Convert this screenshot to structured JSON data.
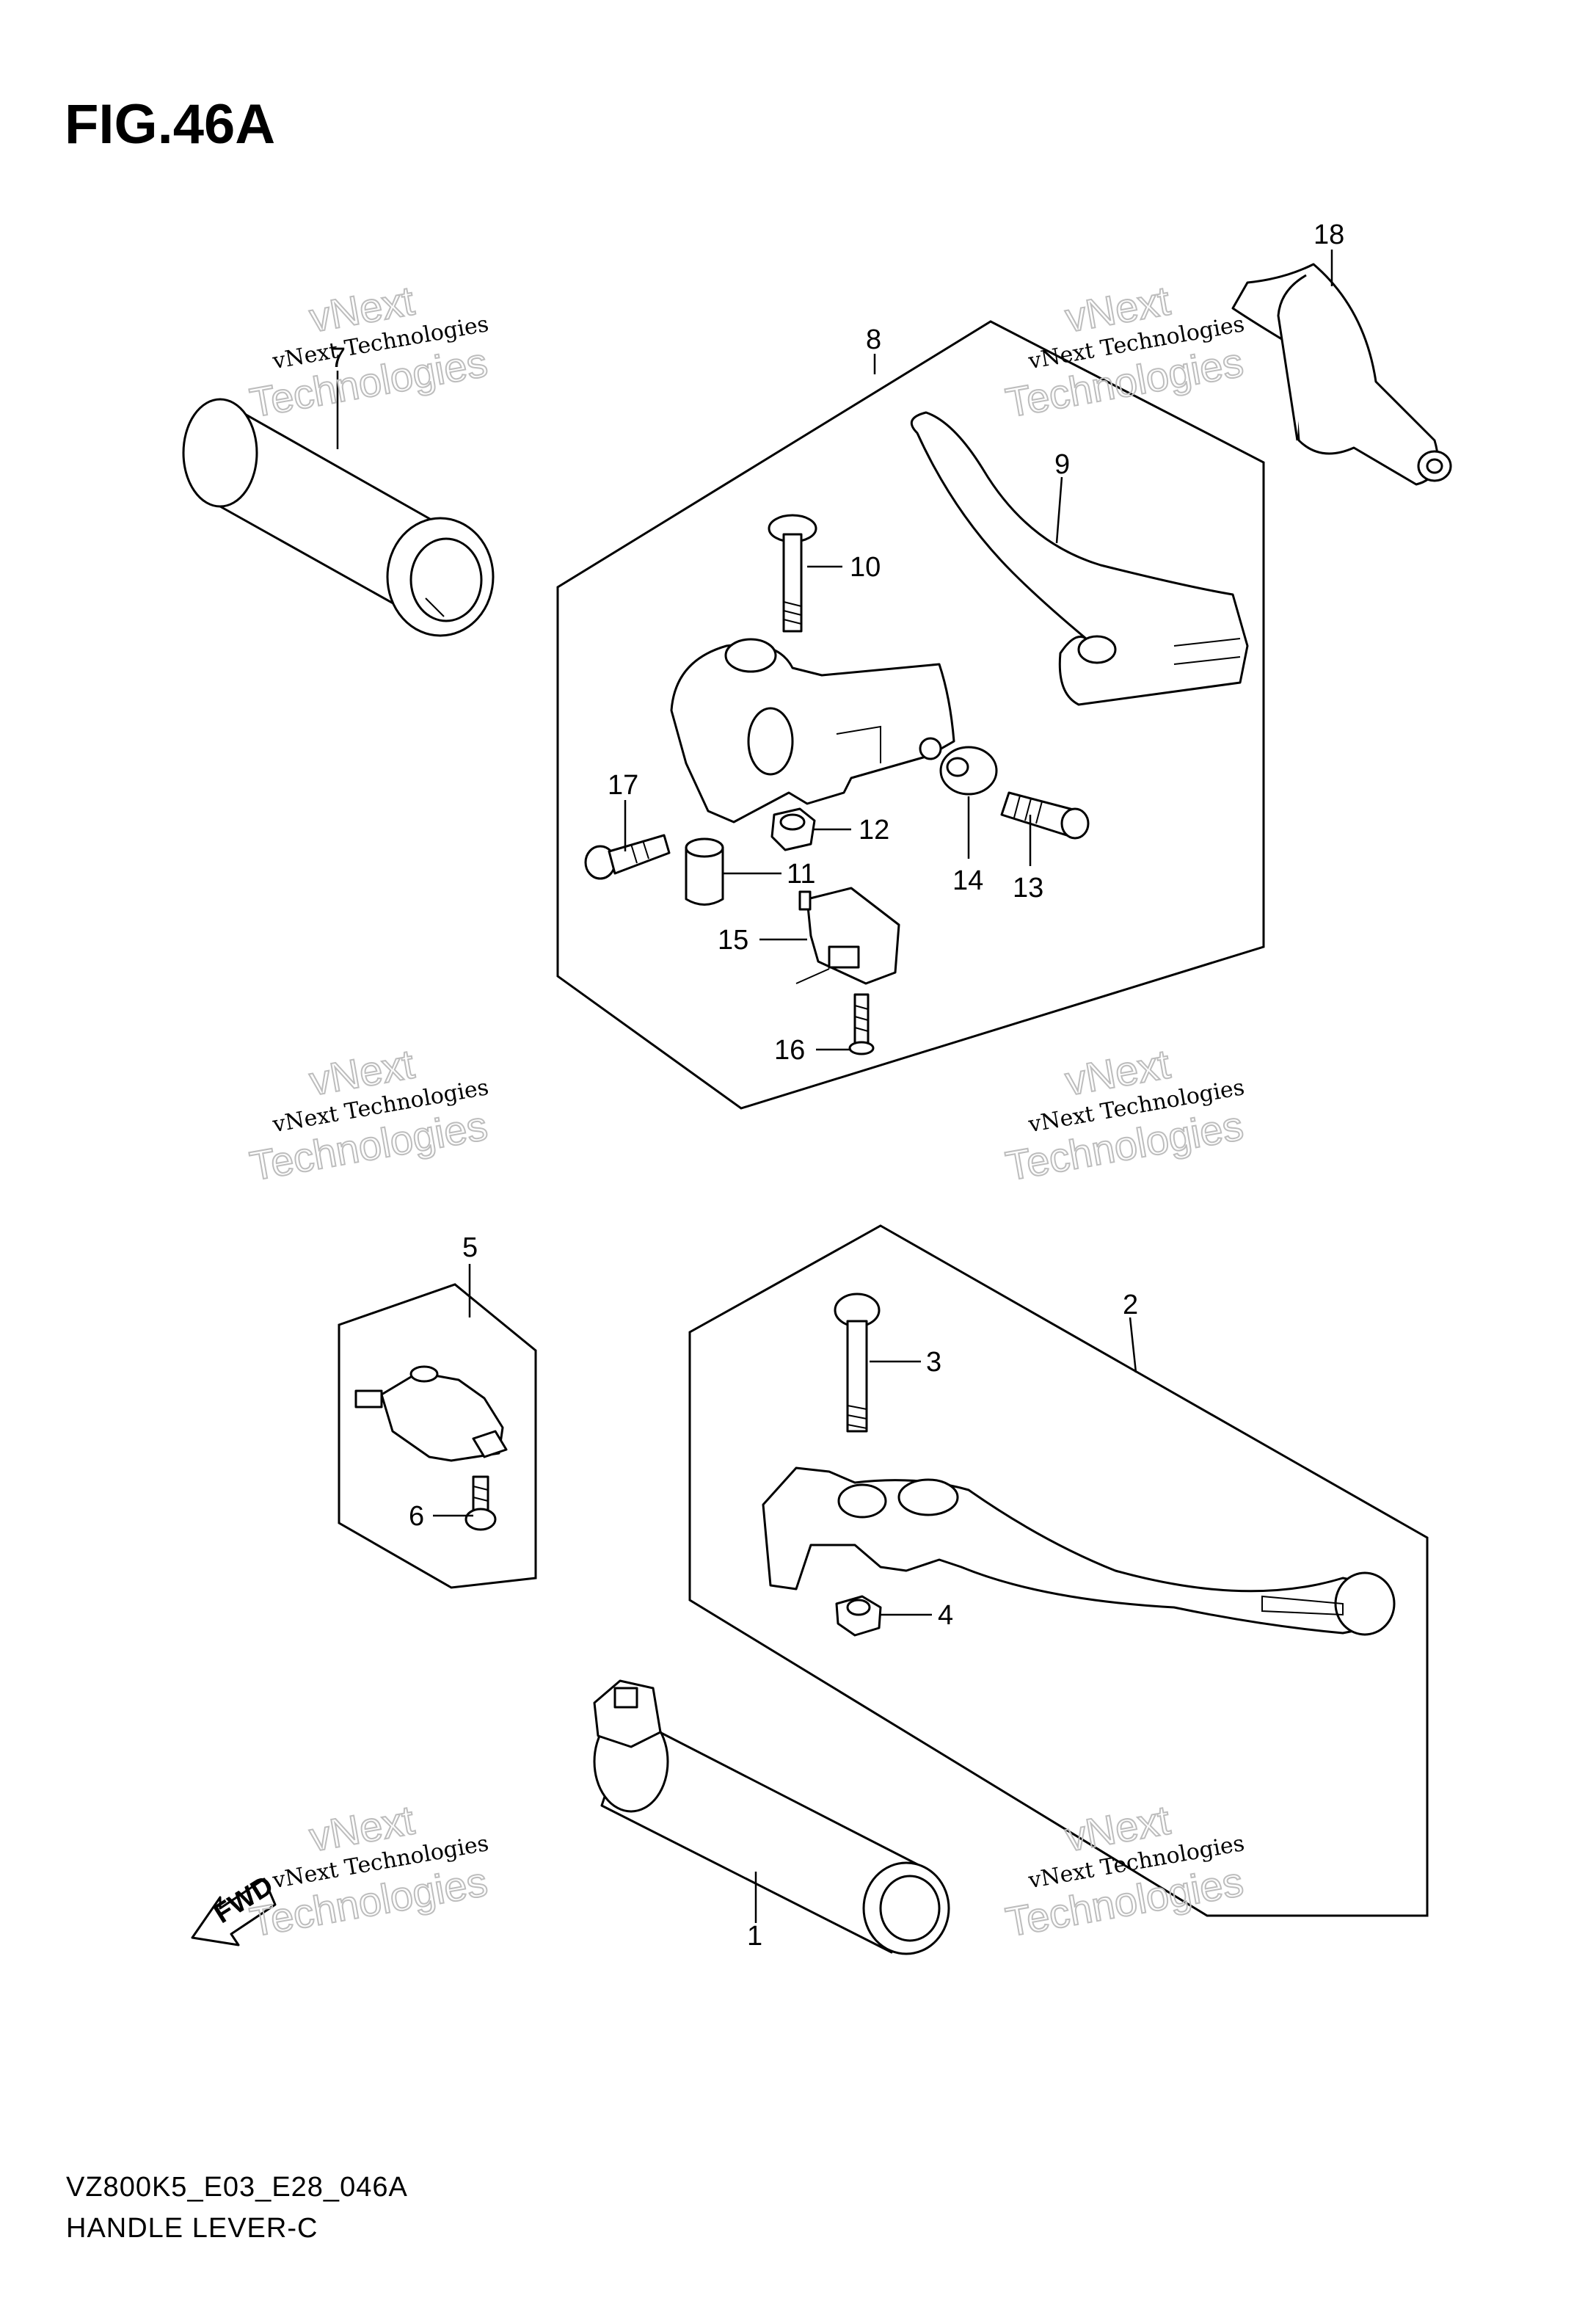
{
  "figure_title": "FIG.46A",
  "footer": {
    "code": "VZ800K5_E03_E28_046A",
    "name": "HANDLE LEVER-C"
  },
  "watermark": {
    "line1": "vNext Technologies",
    "line2": "vNext",
    "line3": "Technologies"
  },
  "fwd_label": "FWD",
  "callouts": {
    "p1": "1",
    "p2": "2",
    "p3": "3",
    "p4": "4",
    "p5": "5",
    "p6": "6",
    "p7": "7",
    "p8": "8",
    "p9": "9",
    "p10": "10",
    "p11": "11",
    "p12": "12",
    "p13": "13",
    "p14": "14",
    "p15": "15",
    "p16": "16",
    "p17": "17",
    "p18": "18"
  }
}
